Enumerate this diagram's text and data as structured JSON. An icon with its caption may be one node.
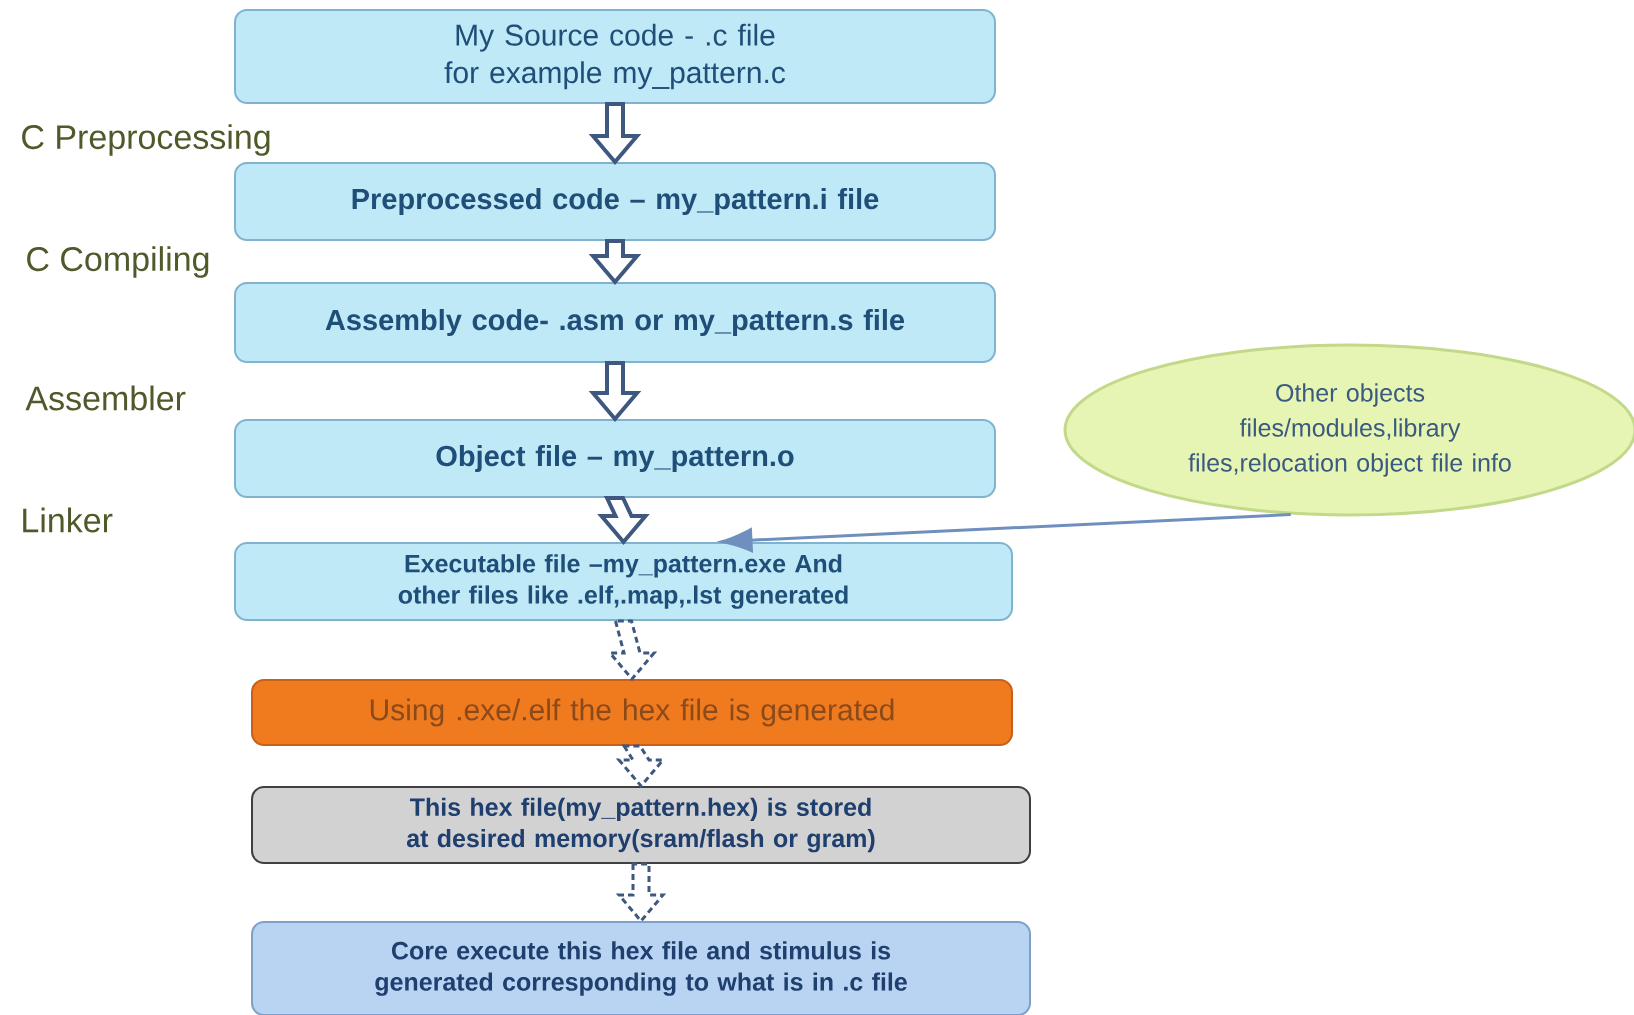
{
  "diagram": {
    "nodes": [
      {
        "text": [
          "My Source code -  .c file for example my_pattern.c"
        ]
      },
      {
        "text": [
          "Preprocessed code – my_pattern.i  file"
        ]
      },
      {
        "text": [
          "Assembly code- .asm or my_pattern.s file"
        ]
      },
      {
        "text": [
          "Object file – my_pattern.o"
        ]
      },
      {
        "text": [
          "Executable file –my_pattern.exe And other files like .elf,.map,.lst generated"
        ]
      },
      {
        "text": [
          "Using .exe/.elf the hex file is generated"
        ]
      },
      {
        "text": [
          "This hex file(my_pattern.hex) is stored at desired memory(sram/flash or gram)"
        ]
      },
      {
        "text": [
          "Core execute this hex file and stimulus is generated corresponding to what is in .c file"
        ]
      },
      {
        "text": [
          "Other objects files/modules,library files,relocation object file info"
        ]
      }
    ],
    "edges": [
      {
        "from": 0,
        "to": 1,
        "arrow": "to"
      },
      {
        "from": 1,
        "to": 2,
        "arrow": "to"
      },
      {
        "from": 2,
        "to": 3,
        "arrow": "to"
      },
      {
        "from": 3,
        "to": 4,
        "arrow": "to"
      },
      {
        "from": 4,
        "to": 5,
        "arrow": "to",
        "style": "dashed"
      },
      {
        "from": 5,
        "to": 6,
        "arrow": "to",
        "style": "dashed"
      },
      {
        "from": 6,
        "to": 7,
        "arrow": "to",
        "style": "dashed"
      },
      {
        "from": 8,
        "to": 4,
        "arrow": "to",
        "color": "#6f8fbf"
      }
    ],
    "labels": [
      "C Preprocessing",
      "C Compiling",
      "Assembler",
      "Linker"
    ]
  }
}
